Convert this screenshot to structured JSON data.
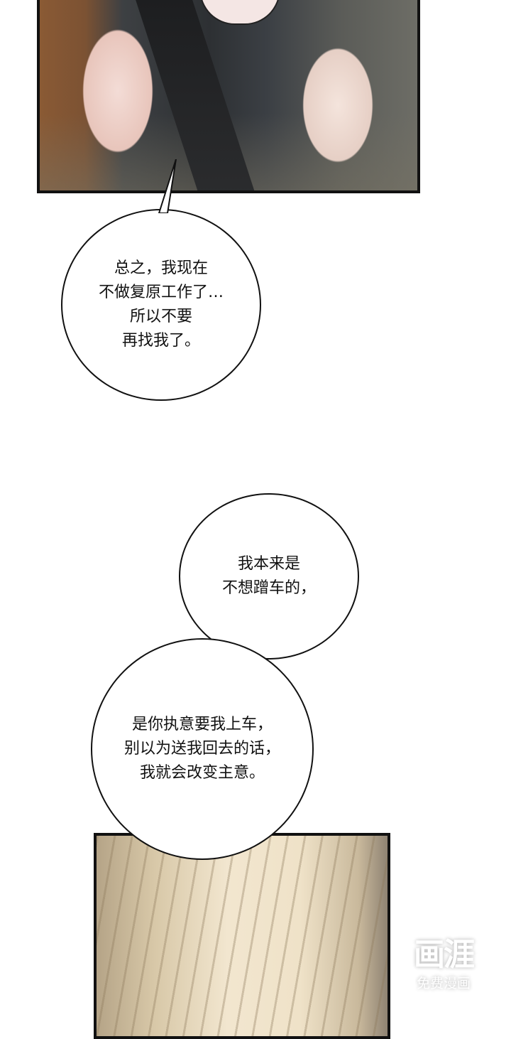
{
  "panels": [
    {
      "id": "top",
      "description": "man in dark suit with seatbelt raising both hands"
    },
    {
      "id": "bottom",
      "description": "close-up of blonde hair"
    }
  ],
  "bubbles": [
    {
      "id": "bubble-1",
      "text": "总之，我现在\n不做复原工作了…\n所以不要\n再找我了。"
    },
    {
      "id": "bubble-2a",
      "text": "我本来是\n不想蹭车的，"
    },
    {
      "id": "bubble-2b",
      "text": "是你执意要我上车，\n别以为送我回去的话，\n我就会改变主意。"
    }
  ],
  "watermark": {
    "logo": "画涯",
    "subtitle": "免费漫画"
  },
  "colors": {
    "panel_border": "#111111",
    "background": "#ffffff",
    "suit": "#2d3033",
    "wall": "#8a5a34",
    "hair": "#f2e6cf"
  }
}
